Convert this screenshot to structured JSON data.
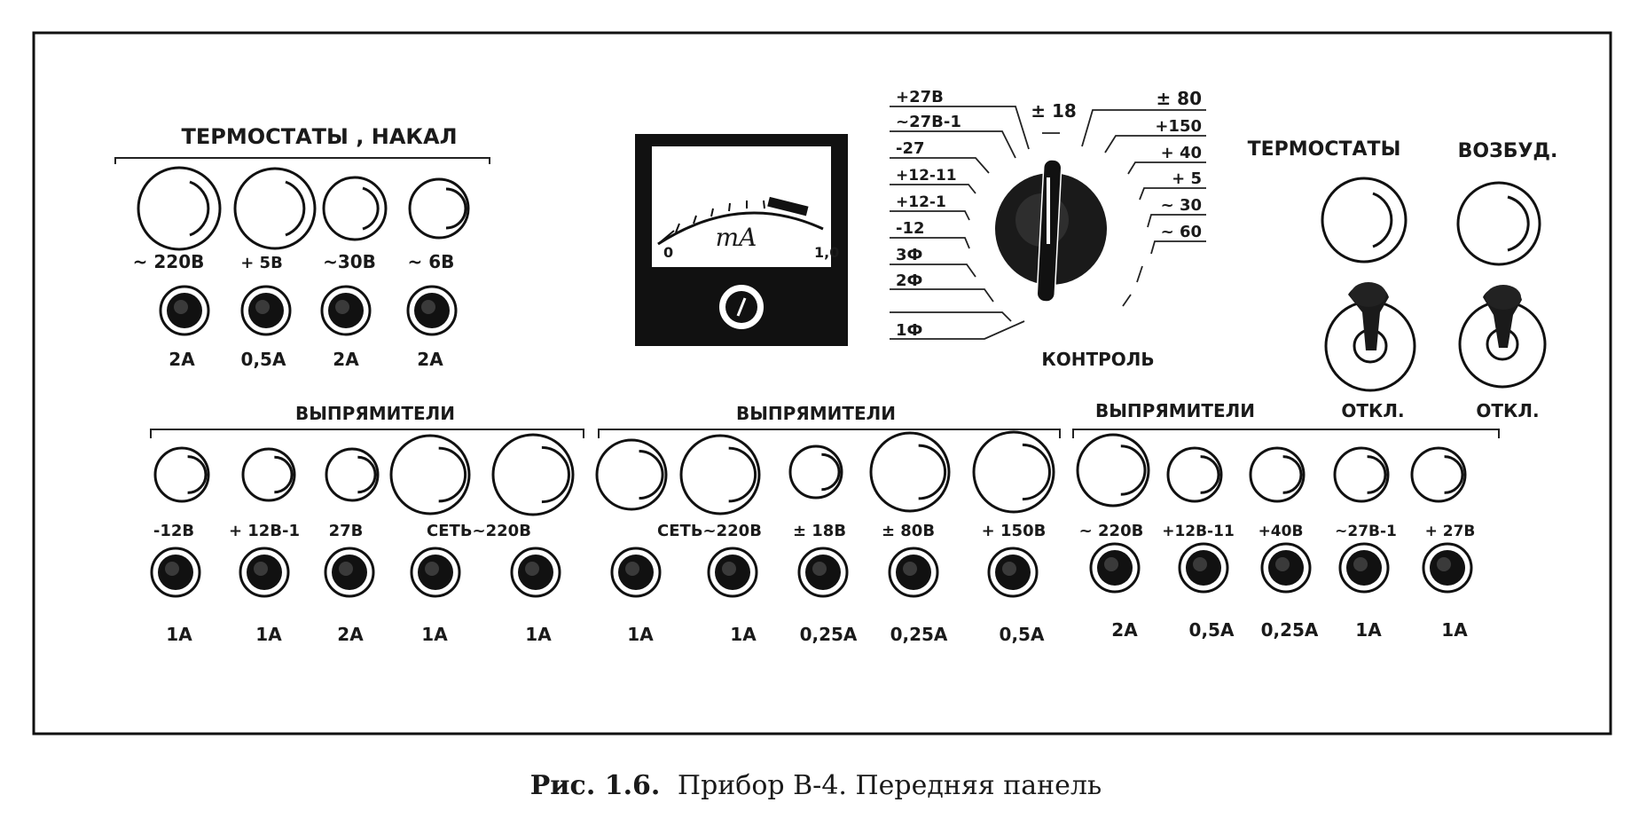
{
  "caption": {
    "prefix": "Рис. 1.6.",
    "text": "Прибор В-4. Передняя панель"
  },
  "section_titles": {
    "thermostats_heat": "ТЕРМОСТАТЫ , НАКАЛ",
    "thermostats": "ТЕРМОСТАТЫ",
    "excitation": "ВОЗБУД.",
    "control": "КОНТРОЛЬ",
    "rectifiers": [
      "ВЫПРЯМИТЕЛИ",
      "ВЫПРЯМИТЕЛИ",
      "ВЫПРЯМИТЕЛИ"
    ]
  },
  "meter": {
    "unit": "mA",
    "scale_min": "0",
    "scale_max": "1,0"
  },
  "top_fuses": [
    {
      "voltage": "~ 220В",
      "current": "2А"
    },
    {
      "voltage": "+ 5В",
      "current": "0,5А"
    },
    {
      "voltage": "~30В",
      "current": "2А"
    },
    {
      "voltage": "~ 6В",
      "current": "2А"
    }
  ],
  "switch_positions": {
    "left": [
      "+27В",
      "~27В-1",
      "-27",
      "+12-11",
      "+12-1",
      "-12",
      "3Ф",
      "2Ф",
      "1Ф"
    ],
    "top": "± 18",
    "right": [
      "± 80",
      "+150",
      "+ 40",
      "+ 5",
      "~ 30",
      "~ 60"
    ]
  },
  "toggles": [
    {
      "label": "ОТКЛ."
    },
    {
      "label": "ОТКЛ."
    }
  ],
  "bottom_fuses": [
    {
      "voltage": "-12В",
      "current": "1А"
    },
    {
      "voltage": "+ 12В-1",
      "current": "1А"
    },
    {
      "voltage": "27В",
      "current": "2А"
    },
    {
      "voltage": "",
      "current": "1А"
    },
    {
      "voltage": "",
      "current": "1А"
    },
    {
      "voltage": "",
      "current": "1А"
    },
    {
      "voltage": "",
      "current": "1А"
    },
    {
      "voltage": "± 18В",
      "current": "0,25А"
    },
    {
      "voltage": "± 80В",
      "current": "0,25А"
    },
    {
      "voltage": "+ 150В",
      "current": "0,5А"
    },
    {
      "voltage": "~ 220В",
      "current": "2А"
    },
    {
      "voltage": "+12В-11",
      "current": "0,5А"
    },
    {
      "voltage": "+40В",
      "current": "0,25А"
    },
    {
      "voltage": "~27В-1",
      "current": "1А"
    },
    {
      "voltage": "+ 27В",
      "current": "1А"
    }
  ],
  "mains_labels": [
    "СЕТЬ~220В",
    "СЕТЬ~220В"
  ]
}
